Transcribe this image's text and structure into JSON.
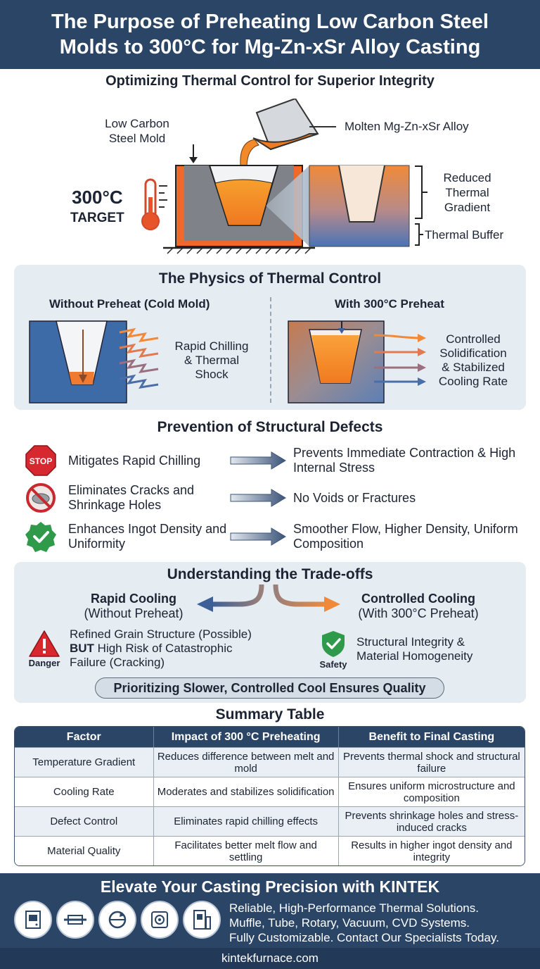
{
  "header": {
    "title_line1": "The Purpose of Preheating Low Carbon Steel",
    "title_line2": "Molds to 300°C for Mg-Zn-xSr Alloy Casting"
  },
  "hero": {
    "subtitle": "Optimizing Thermal Control for Superior Integrity",
    "mold_label_line1": "Low Carbon",
    "mold_label_line2": "Steel Mold",
    "alloy_label": "Molten Mg-Zn-xSr Alloy",
    "temp_value": "300°C",
    "temp_caption": "TARGET",
    "gradient_line1": "Reduced",
    "gradient_line2": "Thermal",
    "gradient_line3": "Gradient",
    "buffer_label": "Thermal Buffer"
  },
  "physics": {
    "title": "The Physics of Thermal Control",
    "left_title": "Without Preheat (Cold Mold)",
    "left_note_line1": "Rapid Chilling",
    "left_note_line2": "& Thermal",
    "left_note_line3": "Shock",
    "right_title": "With 300°C Preheat",
    "right_note_line1": "Controlled",
    "right_note_line2": "Solidification",
    "right_note_line3": "& Stabilized",
    "right_note_line4": "Cooling Rate"
  },
  "prevention": {
    "title": "Prevention of Structural Defects",
    "rows": [
      {
        "icon": "stop-sign-icon",
        "icon_text": "STOP",
        "left": "Mitigates Rapid Chilling",
        "right": "Prevents Immediate Contraction & High Internal Stress"
      },
      {
        "icon": "no-cracks-icon",
        "left": "Eliminates Cracks and Shrinkage Holes",
        "right": "No Voids or Fractures"
      },
      {
        "icon": "check-badge-icon",
        "left": "Enhances Ingot Density and Uniformity",
        "right": "Smoother Flow, Higher Density, Uniform Composition"
      }
    ]
  },
  "tradeoffs": {
    "title": "Understanding the Trade-offs",
    "left_head": "Rapid Cooling",
    "left_sub": "(Without Preheat)",
    "right_head": "Controlled Cooling",
    "right_sub": "(With 300°C Preheat)",
    "danger_caption": "Danger",
    "danger_line1": "Refined Grain Structure (Possible)",
    "danger_but": "BUT",
    "danger_line2": " High Risk of Catastrophic",
    "danger_line3": "Failure (Cracking)",
    "safety_caption": "Safety",
    "safety_line1": "Structural Integrity &",
    "safety_line2": "Material Homogeneity",
    "callout": "Prioritizing Slower, Controlled Cool Ensures Quality"
  },
  "table": {
    "title": "Summary Table",
    "headers": [
      "Factor",
      "Impact of 300 °C Preheating",
      "Benefit to Final Casting"
    ],
    "rows": [
      [
        "Temperature Gradient",
        "Reduces difference between melt and mold",
        "Prevents thermal shock and structural failure"
      ],
      [
        "Cooling Rate",
        "Moderates and stabilizes solidification",
        "Ensures uniform microstructure and composition"
      ],
      [
        "Defect Control",
        "Eliminates rapid chilling effects",
        "Prevents shrinkage holes and stress-induced cracks"
      ],
      [
        "Material Quality",
        "Facilitates better melt flow and settling",
        "Results in higher ingot density and integrity"
      ]
    ]
  },
  "footer": {
    "title": "Elevate Your Casting Precision with KINTEK",
    "line1": "Reliable, High-Performance Thermal Solutions.",
    "line2": "Muffle, Tube, Rotary, Vacuum, CVD Systems.",
    "line3": "Fully Customizable. Contact Our Specialists Today.",
    "url": "kintekfurnace.com",
    "product_icons": [
      "muffle-furnace-icon",
      "tube-furnace-icon",
      "rotary-furnace-icon",
      "vacuum-furnace-icon",
      "cvd-system-icon"
    ]
  },
  "colors": {
    "navy": "#2b4566",
    "panel": "#e6edf2",
    "mold_gray": "#7b7f86",
    "hot_orange": "#f07a20",
    "cold_blue": "#3a6aa8",
    "danger_red": "#d7282f",
    "safety_green": "#2e9a4a"
  }
}
